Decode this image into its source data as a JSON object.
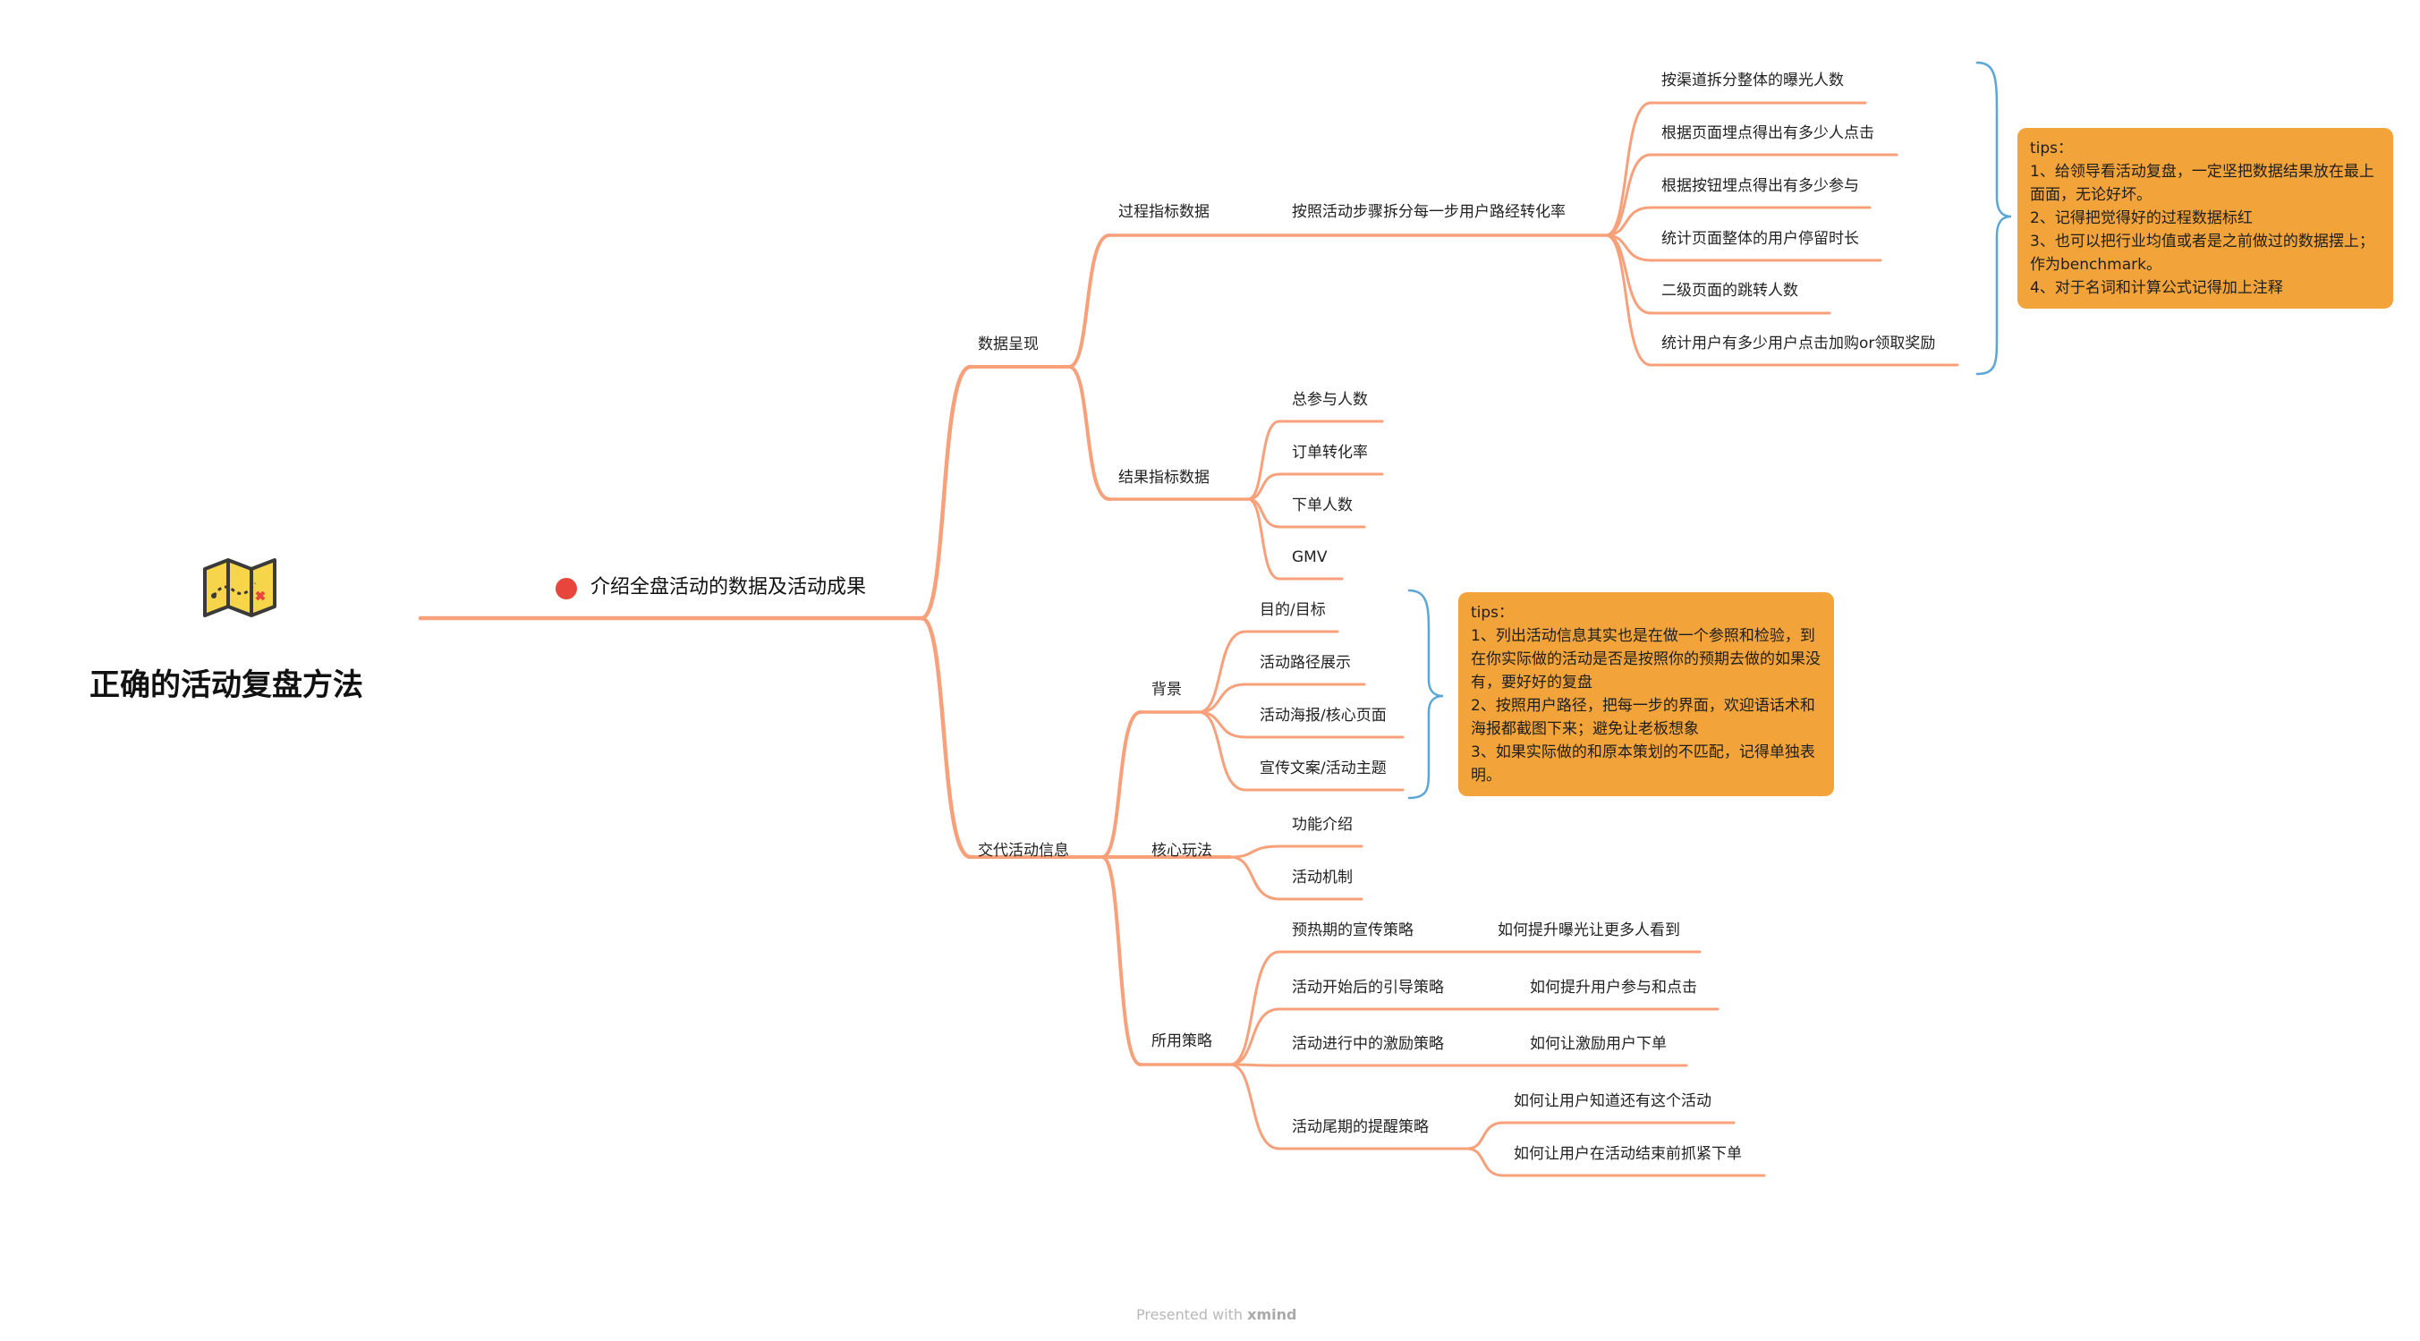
{
  "colors": {
    "branch": "#f7a07a",
    "bracket": "#5aa6d6",
    "note_bg": "#f2a43a",
    "dot": "#e8453c"
  },
  "root": {
    "title": "正确的活动复盘方法",
    "icon": "treasure-map-icon"
  },
  "main_topic": "介绍全盘活动的数据及活动成果",
  "data_section": {
    "label": "数据呈现",
    "process": {
      "label": "过程指标数据",
      "child": "按照活动步骤拆分每一步用户路经转化率",
      "items": [
        "按渠道拆分整体的曝光人数",
        "根据页面埋点得出有多少人点击",
        "根据按钮埋点得出有多少参与",
        "统计页面整体的用户停留时长",
        "二级页面的跳转人数",
        "统计用户有多少用户点击加购or领取奖励"
      ]
    },
    "result": {
      "label": "结果指标数据",
      "items": [
        "总参与人数",
        "订单转化率",
        "下单人数",
        "GMV"
      ]
    }
  },
  "activity_section": {
    "label": "交代活动信息",
    "background": {
      "label": "背景",
      "items": [
        "目的/目标",
        "活动路径展示",
        "活动海报/核心页面",
        "宣传文案/活动主题"
      ]
    },
    "core": {
      "label": "核心玩法",
      "items": [
        "功能介绍",
        "活动机制"
      ]
    },
    "strategy": {
      "label": "所用策略",
      "items": [
        {
          "label": "预热期的宣传策略",
          "details": [
            "如何提升曝光让更多人看到"
          ]
        },
        {
          "label": "活动开始后的引导策略",
          "details": [
            "如何提升用户参与和点击"
          ]
        },
        {
          "label": "活动进行中的激励策略",
          "details": [
            "如何让激励用户下单"
          ]
        },
        {
          "label": "活动尾期的提醒策略",
          "details": [
            "如何让用户知道还有这个活动",
            "如何让用户在活动结束前抓紧下单"
          ]
        }
      ]
    }
  },
  "notes": {
    "process_tips": {
      "title": "tips：",
      "lines": [
        "1、给领导看活动复盘，一定坚把数据结果放在最上面面，无论好坏。",
        "2、记得把觉得好的过程数据标红",
        "3、也可以把行业均值或者是之前做过的数据摆上；作为benchmark。",
        "4、对于名词和计算公式记得加上注释"
      ]
    },
    "background_tips": {
      "title": "tips：",
      "lines": [
        "1、列出活动信息其实也是在做一个参照和检验，到在你实际做的活动是否是按照你的预期去做的如果没有，要好好的复盘",
        "2、按照用户路径，把每一步的界面，欢迎语话术和海报都截图下来；避免让老板想象",
        "3、如果实际做的和原本策划的不匹配，记得单独表明。"
      ]
    }
  },
  "footer": {
    "prefix": "Presented with",
    "brand": "xmind"
  }
}
